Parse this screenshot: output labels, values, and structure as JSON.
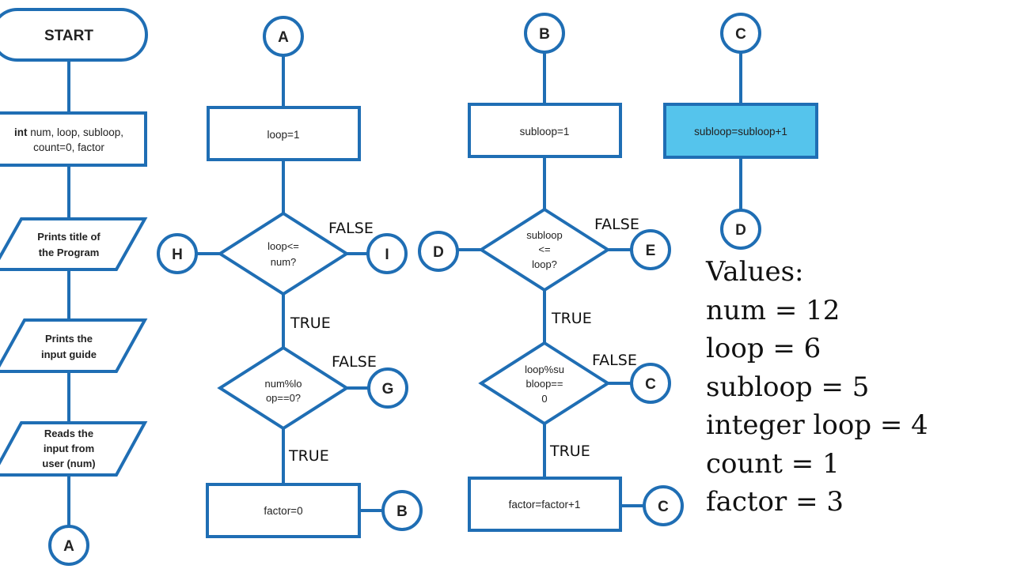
{
  "flowchart": {
    "start": "START",
    "declare_keyword": "int",
    "declare_rest": " num, loop, subloop,",
    "declare_line2": "count=0, factor",
    "print_title_1": "Prints title of",
    "print_title_2": "the Program",
    "print_guide_1": "Prints the",
    "print_guide_2": "input guide",
    "read_1": "Reads the",
    "read_2": "input from",
    "read_3": "user (num)",
    "loop_init": "loop=1",
    "cond_loop_1": "loop<=",
    "cond_loop_2": "num?",
    "cond_mod_1": "num%lo",
    "cond_mod_2": "op==0?",
    "factor_reset": "factor=0",
    "subloop_init": "subloop=1",
    "cond_sub_1": "subloop",
    "cond_sub_2": "<=",
    "cond_sub_3": "loop?",
    "cond_mod2_1": "loop%su",
    "cond_mod2_2": "bloop==",
    "cond_mod2_3": "0",
    "factor_inc": "factor=factor+1",
    "subloop_inc": "subloop=subloop+1",
    "true_label": "TRUE",
    "false_label": "FALSE",
    "connectors": {
      "a": "A",
      "b": "B",
      "c": "C",
      "d": "D",
      "e": "E",
      "g": "G",
      "h": "H",
      "i": "I"
    },
    "colors": {
      "stroke": "#1f6eb4",
      "highlight": "#55c4ec"
    }
  },
  "values": {
    "title": "Values:",
    "lines": [
      "num = 12",
      "loop = 6",
      "subloop = 5",
      "integer loop = 4",
      "count = 1",
      "factor = 3"
    ]
  }
}
